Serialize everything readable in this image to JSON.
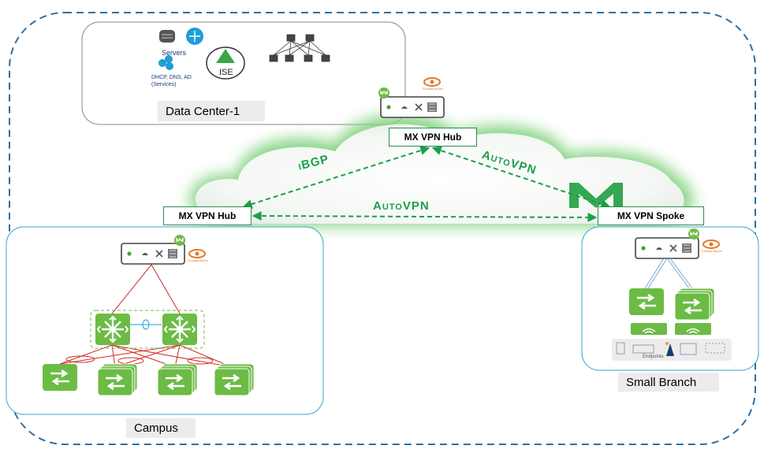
{
  "regions": {
    "data_center": "Data Center-1",
    "campus": "Campus",
    "small_branch": "Small Branch"
  },
  "data_center": {
    "servers_label": "Servers",
    "services_label": "DHCP, DNS, AD\n(Services)",
    "ise_label": "ISE"
  },
  "nodes": {
    "hub_dc": "MX  VPN Hub",
    "hub_campus": "MX  VPN Hub",
    "spoke_branch": "MX VPN Spoke"
  },
  "links": {
    "ibgp": "iBGP",
    "autovpn_top": "AutoVPN",
    "autovpn_mid": "AutoVPN"
  },
  "branch": {
    "endpoints_label": "Endpoints"
  },
  "thousandeyes_label": "ThousandEyes",
  "colors": {
    "dashed_border": "#2f6fa3",
    "switch_green": "#6cbb45",
    "link_green": "#1aa049",
    "campus_red": "#d42a2a",
    "region_border": "#3aa6c9"
  }
}
